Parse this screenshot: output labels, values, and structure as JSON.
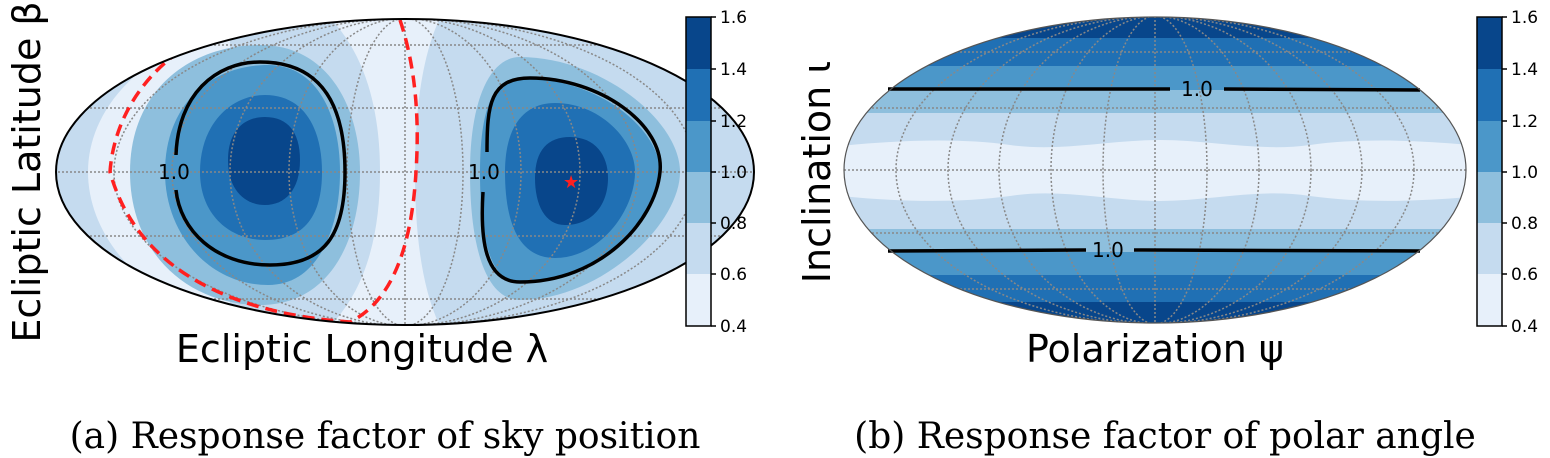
{
  "chart_data": [
    {
      "type": "heatmap",
      "projection": "mollweide",
      "panel": "a",
      "title": "",
      "caption": "(a) Response factor of sky position",
      "xlabel": "Ecliptic Longitude λ",
      "ylabel": "Ecliptic Latitude β",
      "colormap": "Blues",
      "colorbar": {
        "levels": [
          0.4,
          0.6,
          0.8,
          1.0,
          1.2,
          1.4,
          1.6
        ],
        "tick_labels": [
          "0.4",
          "0.6",
          "0.8",
          "1.0",
          "1.2",
          "1.4",
          "1.6"
        ],
        "colors": [
          "#e7f0fa",
          "#c5dbef",
          "#8ebfdd",
          "#4b97c9",
          "#2070b4",
          "#08468b"
        ]
      },
      "contour_lines": [
        {
          "level": 1.0,
          "label": "1.0",
          "style": "solid",
          "color": "#000000",
          "count": 2
        }
      ],
      "annotations": [
        {
          "type": "dashed-curve",
          "color": "#ff2020",
          "description": "boundary of low-response band"
        },
        {
          "type": "star-marker",
          "color": "#ff2020",
          "description": "maximum response location, right lobe near equator"
        }
      ],
      "features": [
        {
          "region": "left lobe",
          "peak_value_range": [
            1.4,
            1.6
          ]
        },
        {
          "region": "right lobe",
          "peak_value_range": [
            1.4,
            1.6
          ]
        },
        {
          "region": "central meridian band",
          "value_range": [
            0.4,
            0.6
          ]
        }
      ],
      "grid": true
    },
    {
      "type": "heatmap",
      "projection": "mollweide",
      "panel": "b",
      "title": "",
      "caption": "(b) Response factor of polar angle",
      "xlabel": "Polarization ψ",
      "ylabel": "Inclination ι",
      "colormap": "Blues",
      "colorbar": {
        "levels": [
          0.4,
          0.6,
          0.8,
          1.0,
          1.2,
          1.4,
          1.6
        ],
        "tick_labels": [
          "0.4",
          "0.6",
          "0.8",
          "1.0",
          "1.2",
          "1.4",
          "1.6"
        ],
        "colors": [
          "#e7f0fa",
          "#c5dbef",
          "#8ebfdd",
          "#4b97c9",
          "#2070b4",
          "#08468b"
        ]
      },
      "contour_lines": [
        {
          "level": 1.0,
          "label": "1.0",
          "style": "solid",
          "color": "#000000",
          "count": 2
        }
      ],
      "features": [
        {
          "region": "equator band",
          "value_range": [
            0.4,
            0.6
          ]
        },
        {
          "region": "poles",
          "value_range": [
            1.4,
            1.6
          ]
        }
      ],
      "grid": true
    }
  ],
  "panels": {
    "a": {
      "ylabel": "Ecliptic Latitude β",
      "xlabel": "Ecliptic Longitude λ",
      "contour_label": "1.0",
      "caption": "(a) Response factor of sky position"
    },
    "b": {
      "ylabel": "Inclination ι",
      "xlabel": "Polarization ψ",
      "contour_label": "1.0",
      "caption": "(b) Response factor of polar angle"
    }
  },
  "colorbar_ticks": [
    "1.6",
    "1.4",
    "1.2",
    "1.0",
    "0.8",
    "0.6",
    "0.4"
  ]
}
